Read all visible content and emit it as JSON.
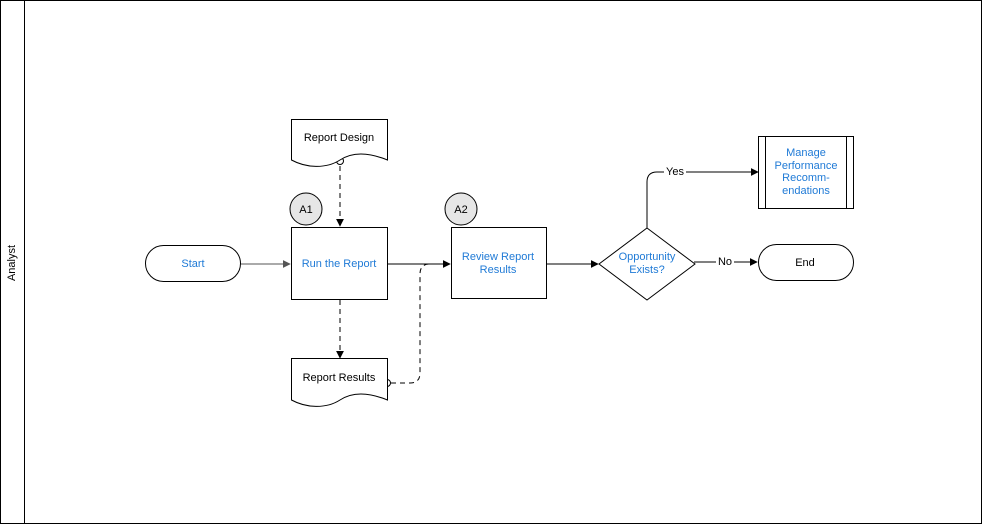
{
  "lane": {
    "label": "Analyst"
  },
  "nodes": {
    "start": {
      "label": "Start"
    },
    "report_design": {
      "label": "Report Design"
    },
    "a1_badge": {
      "label": "A1"
    },
    "run_report": {
      "label": "Run the Report"
    },
    "report_results": {
      "label": "Report Results"
    },
    "a2_badge": {
      "label": "A2"
    },
    "review_results": {
      "lines": [
        "Review Report",
        "Results"
      ]
    },
    "decision": {
      "lines": [
        "Opportunity",
        "Exists?"
      ]
    },
    "manage_perf": {
      "lines": [
        "Manage",
        "Performance",
        "Recomm-",
        "endations"
      ]
    },
    "end": {
      "label": "End"
    }
  },
  "edges": {
    "yes_label": "Yes",
    "no_label": "No"
  },
  "colors": {
    "link_text": "#1f7ad6",
    "stroke": "#000000",
    "badge_fill": "#e6e6e6"
  }
}
